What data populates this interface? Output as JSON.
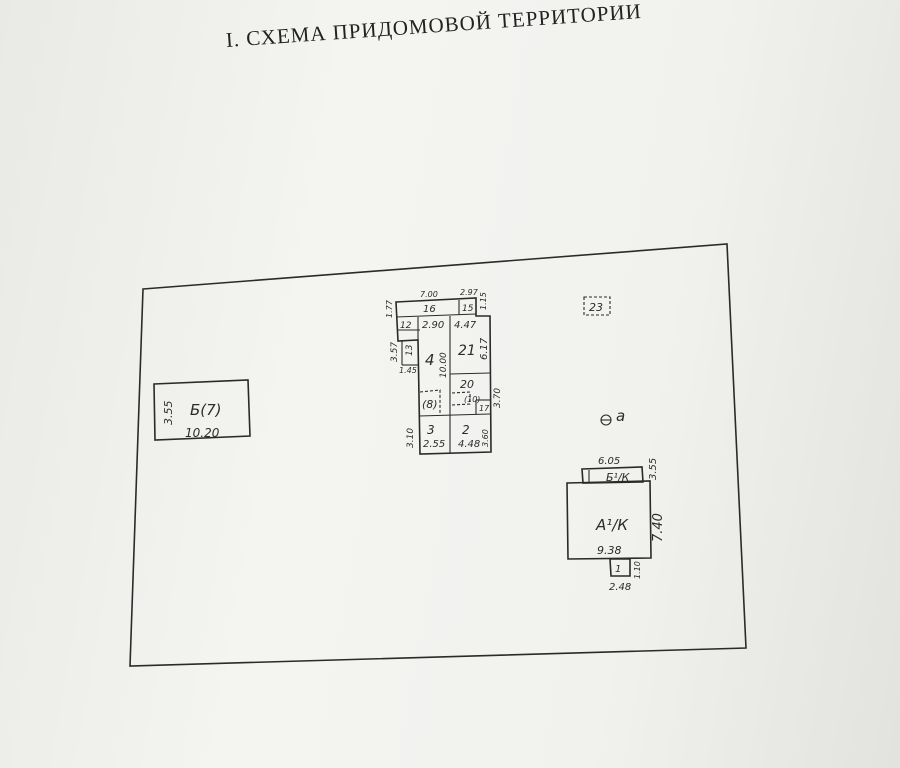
{
  "title": "I. СХЕМА   ПРИДОМОВОЙ   ТЕРРИТОРИИ",
  "outbuilding": {
    "label": "Б(7)",
    "width": "10.20",
    "depth": "3.55"
  },
  "main_block": {
    "top_dim_left": "7.00",
    "top_dim_right": "2.97",
    "left_top_dim": "1.77",
    "right_top_dim": "1.15",
    "rooms": [
      {
        "id": "16",
        "label": "16"
      },
      {
        "id": "15",
        "label": "15"
      },
      {
        "id": "12",
        "label": "12"
      },
      {
        "id": "13",
        "label": "13"
      },
      {
        "id": "4",
        "label": "4"
      },
      {
        "id": "8",
        "label": "(8)"
      },
      {
        "id": "21",
        "label": "21"
      },
      {
        "id": "20",
        "label": "20"
      },
      {
        "id": "10",
        "label": "(10)"
      },
      {
        "id": "17",
        "label": "17"
      },
      {
        "id": "3",
        "label": "3"
      },
      {
        "id": "2",
        "label": "2"
      }
    ],
    "dims": {
      "d_2_90": "2.90",
      "d_4_47": "4.47",
      "d_6_17": "6.17",
      "d_10_00": "10.00",
      "d_3_57": "3.57",
      "d_1_45": "1.45",
      "d_3_70": "3.70",
      "d_3_10": "3.10",
      "d_2_55": "2.55",
      "d_4_48": "4.48",
      "d_3_60": "3.60"
    }
  },
  "marker_23": "23",
  "point_a": "a",
  "house": {
    "label_main": "А¹/К",
    "label_annex": "Б¹/К",
    "label_porch": "1",
    "annex_width": "6.05",
    "annex_depth": "3.55",
    "depth": "7.40",
    "width": "9.38",
    "porch_width": "2.48",
    "porch_depth": "1.10"
  }
}
